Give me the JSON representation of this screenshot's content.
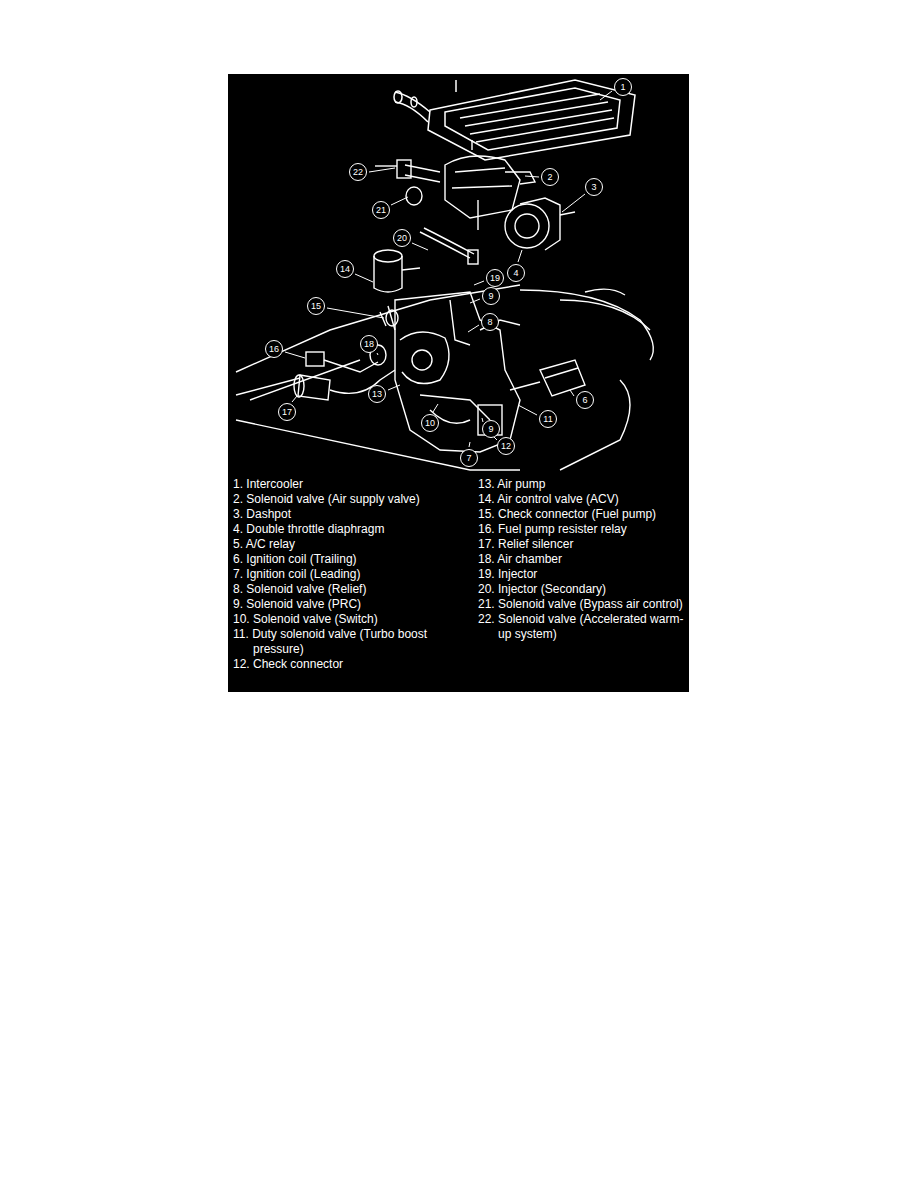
{
  "diagram": {
    "labels": [
      "1",
      "22",
      "2",
      "3",
      "21",
      "20",
      "14",
      "19",
      "4",
      "9",
      "15",
      "8",
      "16",
      "18",
      "13",
      "11",
      "6",
      "17",
      "10",
      "9",
      "12",
      "7",
      "1. Intercooler",
      "2. Solenoid valve (Air supply valve)",
      "3. Dashpot",
      "4. Double throttle diaphragm",
      "5. A/C relay",
      "6. Ignition coil (Trailing)",
      "7. Ignition coil (Leading)",
      "8. Solenoid valve (Relief)",
      "9. Solenoid valve (PRC)",
      "10. Solenoid valve (Switch)",
      "11. Duty solenoid valve (Turbo boost pressure)",
      "12. Check connector",
      "13. Air pump",
      "14. Air control valve (ACV)",
      "15. Check connector (Fuel pump)",
      "16. Fuel pump resister relay",
      "17. Relief silencer",
      "18. Air chamber",
      "19. Injector",
      "20. Injector (Secondary)",
      "21. Solenoid valve (Bypass air control)",
      "22. Solenoid valve (Accelerated warm-up system)"
    ]
  }
}
